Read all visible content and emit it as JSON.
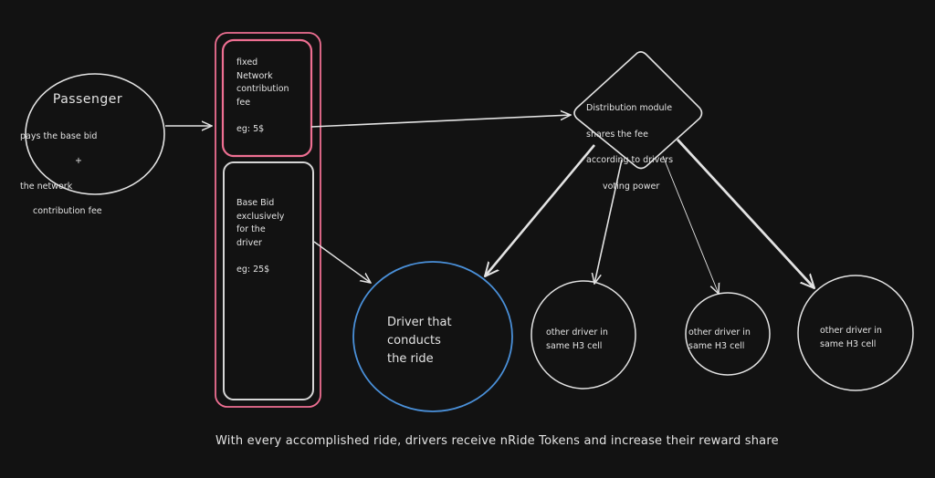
{
  "colors": {
    "background": "#121212",
    "stroke": "#e3e3e3",
    "pink": "#ee6f92",
    "blue": "#4a90d9"
  },
  "passenger": {
    "title": "Passenger",
    "line1": "pays the base bid",
    "line2": "+",
    "line3": "the network",
    "line4": "contribution fee"
  },
  "fee_box": {
    "text": "fixed\nNetwork\ncontribution\nfee",
    "example": "eg: 5$"
  },
  "bid_box": {
    "text": "Base Bid\nexclusively\nfor the\ndriver",
    "example": "eg: 25$"
  },
  "distribution": {
    "line1": "Distribution module",
    "line2": "shares the fee",
    "line3": "according to drivers",
    "line4": "voting power"
  },
  "driver": {
    "text": "Driver that\nconducts\nthe ride"
  },
  "other_drivers": [
    {
      "text": "other driver in\nsame H3 cell"
    },
    {
      "text": "other driver in\nsame H3 cell"
    },
    {
      "text": "other driver in\nsame H3 cell"
    }
  ],
  "footer": {
    "text": "With every accomplished ride, drivers receive nRide Tokens and increase their reward share"
  }
}
